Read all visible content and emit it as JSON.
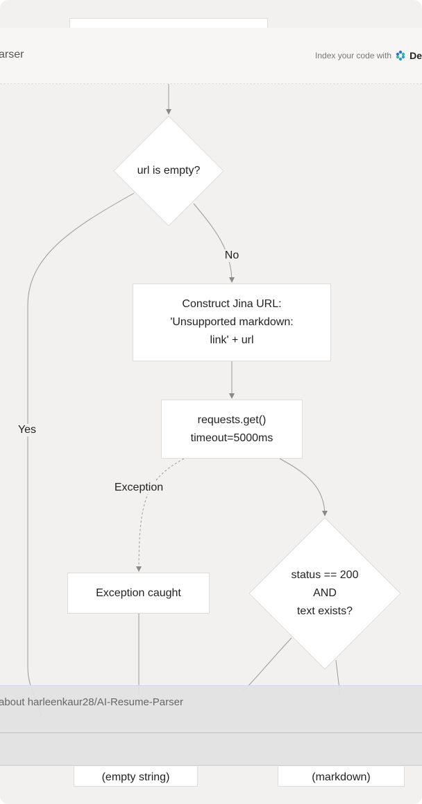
{
  "header": {
    "title": "arser",
    "index_text": "Index your code with",
    "brand": "De",
    "brand_icon": "deepwiki-logo-icon"
  },
  "diagram": {
    "nodes": {
      "url_empty": "url is empty?",
      "construct": [
        "Construct Jina URL:",
        "'Unsupported markdown:",
        "link' + url"
      ],
      "request": [
        "requests.get()",
        "timeout=5000ms"
      ],
      "exception": "Exception caught",
      "status": [
        "status == 200",
        "AND",
        "text exists?"
      ],
      "return_empty": "(empty string)",
      "return_markdown": "(markdown)"
    },
    "edges": {
      "no": "No",
      "yes": "Yes",
      "exception": "Exception"
    }
  },
  "overlay": {
    "question": "about harleenkaur28/AI-Resume-Parser"
  }
}
